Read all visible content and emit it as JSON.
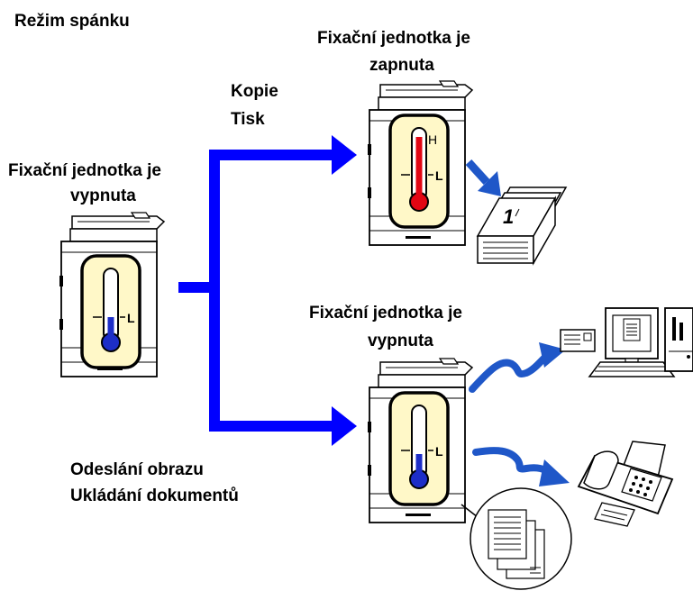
{
  "title": "Režim spánku",
  "left_machine": {
    "caption_line1": "Fixační jednotka je",
    "caption_line2": "vypnuta",
    "temp_label_low": "L"
  },
  "top_machine": {
    "caption_line1": "Fixační jednotka je",
    "caption_line2": "zapnuta",
    "temp_label_high": "H",
    "temp_label_low": "L"
  },
  "bottom_machine": {
    "caption_line1": "Fixační jednotka je",
    "caption_line2": "vypnuta",
    "temp_label_low": "L"
  },
  "top_branch": {
    "label_line1": "Kopie",
    "label_line2": "Tisk"
  },
  "bottom_branch": {
    "label_line1": "Odeslání obrazu",
    "label_line2": "Ukládání dokumentů"
  },
  "output_page_number": "1",
  "colors": {
    "arrow_blue": "#0000ff",
    "flow_blue": "#1f57c8",
    "thermo_hot": "#e30613",
    "thermo_cold": "#1d2ec8",
    "thermo_panel": "#fff8c8"
  },
  "icons": [
    "printer-icon",
    "thermometer-icon",
    "document-stack-icon",
    "computer-icon",
    "fax-icon",
    "magnifier-icon"
  ]
}
